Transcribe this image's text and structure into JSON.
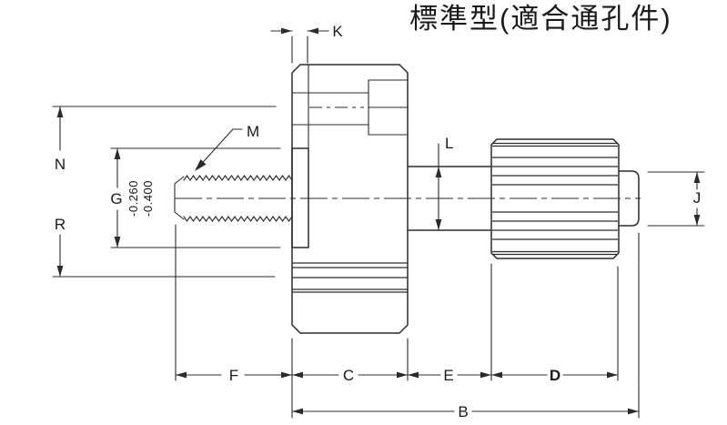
{
  "title": "標準型(適合通孔件)",
  "drawing": {
    "type": "engineering-drawing",
    "subject": "captive thumb screw side view with dimension callouts",
    "dimension_labels": {
      "k": "K",
      "m": "M",
      "n": "N",
      "g": "G",
      "r": "R",
      "l": "L",
      "j": "J",
      "f": "F",
      "c": "C",
      "e": "E",
      "d": "D",
      "b": "B"
    },
    "thread_tolerance": [
      "-0.260",
      "-0.400"
    ],
    "colors": {
      "line": "#2b2b2b",
      "text": "#1a1a1a",
      "background": "#ffffff"
    }
  }
}
